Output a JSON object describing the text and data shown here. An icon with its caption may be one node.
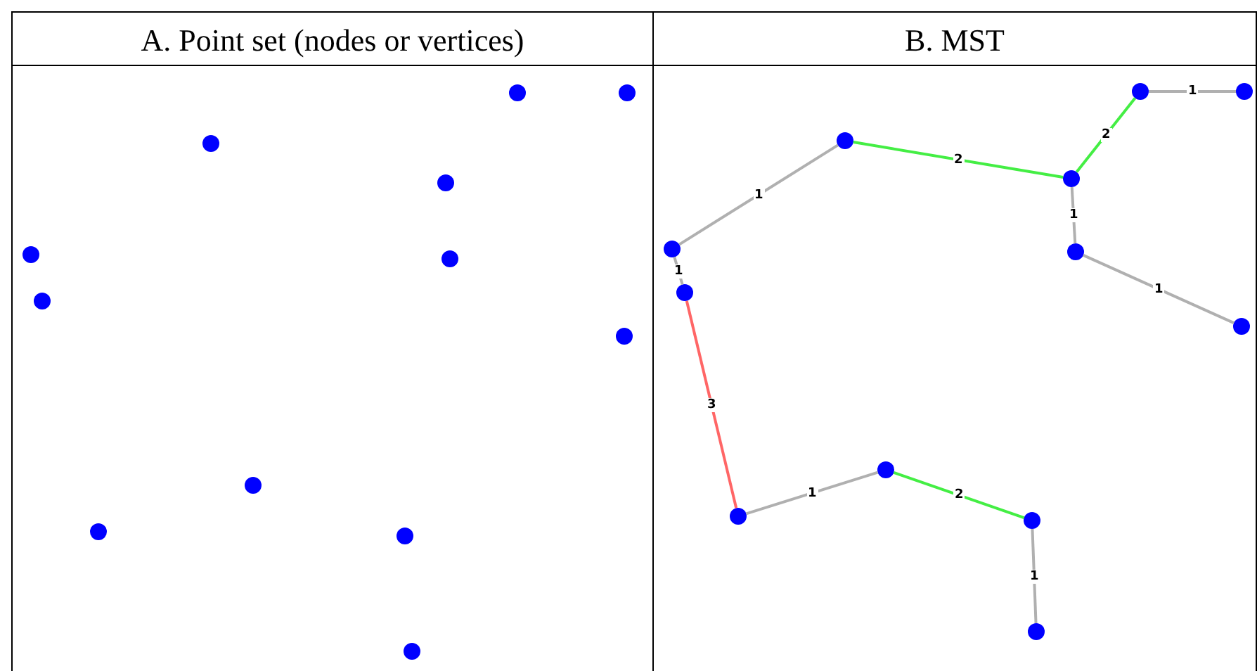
{
  "diagram": {
    "nodes": [
      {
        "text": [
          "A. Point set (nodes or vertices)"
        ]
      },
      {
        "text": [
          "B. MST"
        ]
      },
      {
        "text": [],
        "shape": "circle",
        "in": 0
      },
      {
        "text": [],
        "shape": "circle",
        "in": 0
      },
      {
        "text": [],
        "shape": "circle",
        "in": 0
      },
      {
        "text": [],
        "shape": "circle",
        "in": 0
      },
      {
        "text": [],
        "shape": "circle",
        "in": 0
      },
      {
        "text": [],
        "shape": "circle",
        "in": 0
      },
      {
        "text": [],
        "shape": "circle",
        "in": 0
      },
      {
        "text": [],
        "shape": "circle",
        "in": 0
      },
      {
        "text": [],
        "shape": "circle",
        "in": 0
      },
      {
        "text": [],
        "shape": "circle",
        "in": 0
      },
      {
        "text": [],
        "shape": "circle",
        "in": 0
      },
      {
        "text": [],
        "shape": "circle",
        "in": 0
      },
      {
        "text": [],
        "shape": "circle",
        "in": 1
      },
      {
        "text": [],
        "shape": "circle",
        "in": 1
      },
      {
        "text": [],
        "shape": "circle",
        "in": 1
      },
      {
        "text": [],
        "shape": "circle",
        "in": 1
      },
      {
        "text": [],
        "shape": "circle",
        "in": 1
      },
      {
        "text": [],
        "shape": "circle",
        "in": 1
      },
      {
        "text": [],
        "shape": "circle",
        "in": 1
      },
      {
        "text": [],
        "shape": "circle",
        "in": 1
      },
      {
        "text": [],
        "shape": "circle",
        "in": 1
      },
      {
        "text": [],
        "shape": "circle",
        "in": 1
      },
      {
        "text": [],
        "shape": "circle",
        "in": 1
      },
      {
        "text": [],
        "shape": "circle",
        "in": 1
      }
    ],
    "edges": [
      {
        "from": 14,
        "to": 15,
        "arrow": "none",
        "label": "1"
      },
      {
        "from": 17,
        "to": 14,
        "arrow": "none",
        "label": "2",
        "color": "#44ee44"
      },
      {
        "from": 16,
        "to": 17,
        "arrow": "none",
        "label": "2",
        "color": "#44ee44"
      },
      {
        "from": 18,
        "to": 16,
        "arrow": "none",
        "label": "1"
      },
      {
        "from": 17,
        "to": 19,
        "arrow": "none",
        "label": "1"
      },
      {
        "from": 19,
        "to": 21,
        "arrow": "none",
        "label": "1"
      },
      {
        "from": 18,
        "to": 20,
        "arrow": "none",
        "label": "1"
      },
      {
        "from": 20,
        "to": 23,
        "arrow": "none",
        "label": "3",
        "color": "#ff6666"
      },
      {
        "from": 23,
        "to": 22,
        "arrow": "none",
        "label": "1"
      },
      {
        "from": 22,
        "to": 24,
        "arrow": "none",
        "label": "2",
        "color": "#44ee44"
      },
      {
        "from": 24,
        "to": 25,
        "arrow": "none",
        "label": "1"
      }
    ]
  }
}
